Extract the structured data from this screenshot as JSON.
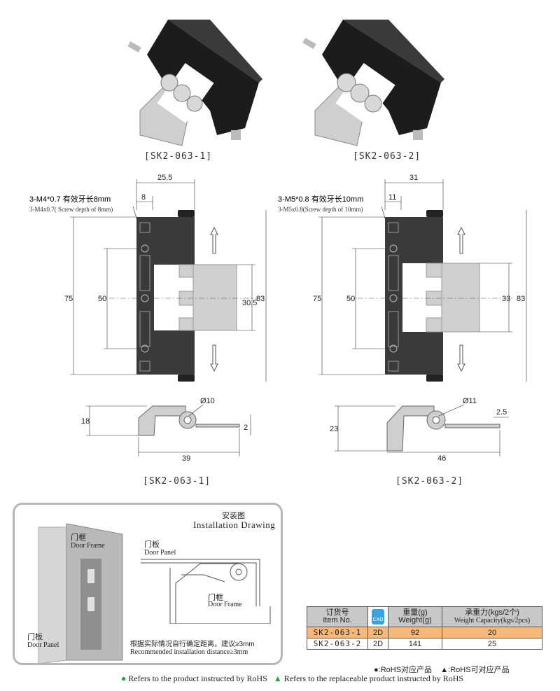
{
  "products": {
    "left_caption": "[SK2-063-1]",
    "right_caption": "[SK2-063-2]",
    "bottom_left_caption": "[SK2-063-1]",
    "bottom_right_caption": "[SK2-063-2]"
  },
  "drawing_left": {
    "dim_width": "25.5",
    "dim_offset": "8",
    "thread_note_cn": "3-M4*0.7 有效牙长8mm",
    "thread_note_en": "3-M4x0.7( Screw depth of 8mm)",
    "dim_height": "75",
    "dim_holes": "50",
    "dim_leaf": "30.5",
    "dim_total": "83"
  },
  "drawing_right": {
    "dim_width": "31",
    "dim_offset": "11",
    "thread_note_cn": "3-M5*0.8 有效牙长10mm",
    "thread_note_en": "3-M5x0.8(Screw depth of 10mm)",
    "dim_height": "75",
    "dim_holes": "50",
    "dim_leaf": "33",
    "dim_total": "83"
  },
  "profile_left": {
    "dim_diameter": "Ø10",
    "dim_height": "18",
    "dim_thickness": "2",
    "dim_length": "39"
  },
  "profile_right": {
    "dim_diameter": "Ø11",
    "dim_height": "23",
    "dim_thickness": "2.5",
    "dim_length": "46"
  },
  "installation": {
    "title_cn": "安装图",
    "title_en": "Installation Drawing",
    "frame_cn": "门框",
    "frame_en": "Door Frame",
    "panel_cn": "门板",
    "panel_en": "Door Panel",
    "frame2_cn": "门框",
    "frame2_en": "Door Frame",
    "panel2_cn": "门板",
    "panel2_en": "Door Panel",
    "note_cn": "根据实际情况自行确定距离，建议≥3mm",
    "note_en": "Recommended installation distance≥3mm"
  },
  "table": {
    "headers": {
      "item_cn": "订货号",
      "item_en": "Item No.",
      "cad": "CAD",
      "weight_cn": "重量(g)",
      "weight_en": "Weight(g)",
      "capacity_cn": "承重力(kgs/2个)",
      "capacity_en": "Weight Capacity(kgs/2pcs)"
    },
    "rows": [
      {
        "item": "SK2-063-1",
        "cad": "2D",
        "weight": "92",
        "capacity": "20"
      },
      {
        "item": "SK2-063-2",
        "cad": "2D",
        "weight": "141",
        "capacity": "25"
      }
    ]
  },
  "legend": {
    "rohs_cn": "●:RoHS对应产品",
    "rohs_replace_cn": "▲:RoHS可对应产品",
    "rohs_en": "Refers to the product instructed by RoHS",
    "rohs_replace_en": "Refers to the replaceable product instructed by RoHS"
  },
  "colors": {
    "hinge_black": "#1c1c1c",
    "hinge_silver": "#c9c9c9",
    "highlight_row": "#f7b97a",
    "rohs_green": "#22a33b"
  }
}
